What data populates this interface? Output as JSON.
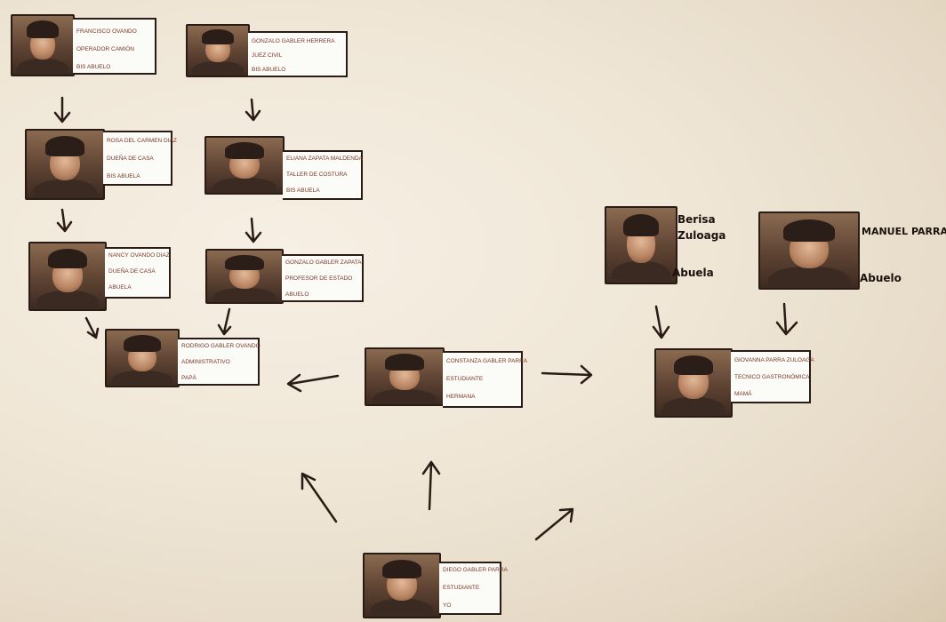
{
  "poster": {
    "members": [
      {
        "id": "m1",
        "lines": [
          "FRANCISCO OVANDO",
          "OPERADOR CAMIÓN",
          "BIS ABUELO"
        ]
      },
      {
        "id": "m2",
        "lines": [
          "GONZALO GABLER HERRERA",
          "JUEZ CIVIL",
          "BIS ABUELO"
        ]
      },
      {
        "id": "m3",
        "lines": [
          "ROSA DEL CARMEN DIAZ",
          "DUEÑA DE CASA",
          "BIS ABUELA"
        ]
      },
      {
        "id": "m4",
        "lines": [
          "ELIANA ZAPATA MALDENDA",
          "TALLER DE COSTURA",
          "BIS ABUELA"
        ]
      },
      {
        "id": "m5",
        "lines": [
          "NANCY OVANDO DIAZ",
          "DUEÑA DE CASA",
          "ABUELA"
        ]
      },
      {
        "id": "m6",
        "lines": [
          "GONZALO GABLER ZAPATA",
          "PROFESOR DE ESTADO",
          "ABUELO"
        ]
      },
      {
        "id": "m7",
        "lines": [
          "RODRIGO GABLER OVANDO",
          "ADMINISTRATIVO",
          "PAPÁ"
        ]
      },
      {
        "id": "m8",
        "lines": [
          "CONSTANZA GABLER PARRA",
          "ESTUDIANTE",
          "HERMANA"
        ]
      },
      {
        "id": "m9",
        "lines": [
          "GIOVANNA PARRA ZULOAGA",
          "TECNICO GASTRONÓMICA",
          "MAMÁ"
        ]
      },
      {
        "id": "m10",
        "lines": [
          "DIEGO GABLER PARRA",
          "ESTUDIANTE",
          "YO"
        ]
      }
    ],
    "handwritten": [
      {
        "id": "h1",
        "lines": [
          "Berisa",
          "Zuloaga"
        ],
        "role": "Abuela"
      },
      {
        "id": "h2",
        "lines": [
          "MANUEL PARRA"
        ],
        "role": "Abuelo"
      }
    ]
  }
}
